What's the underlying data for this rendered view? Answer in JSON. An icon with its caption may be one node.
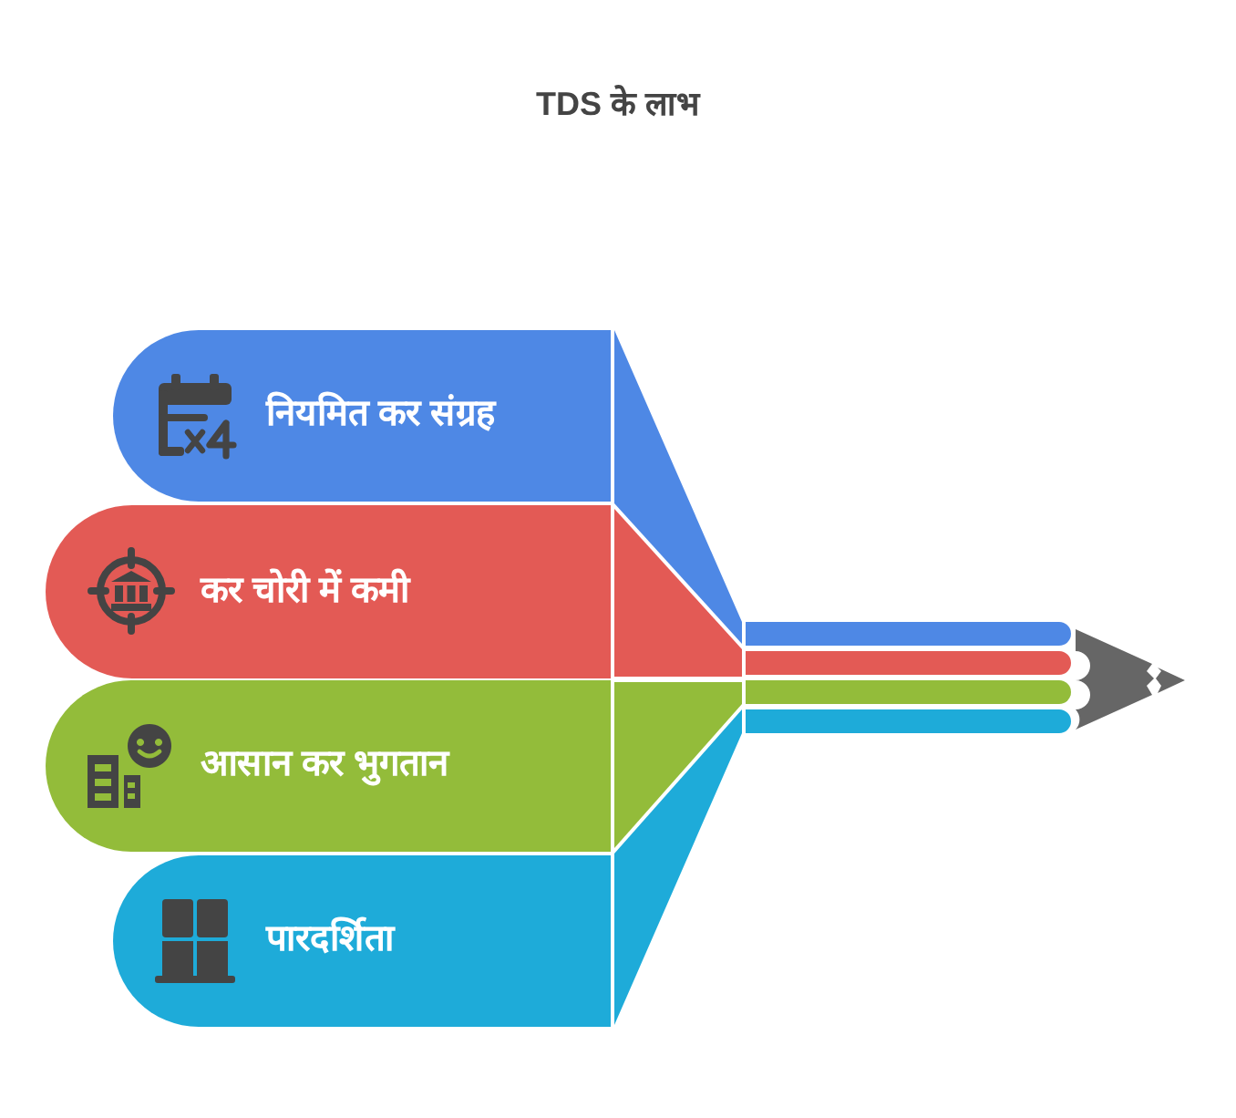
{
  "diagram": {
    "title": "TDS के लाभ",
    "nodes": [
      {
        "text": [
          "नियमित कर संग्रह"
        ]
      },
      {
        "text": [
          "कर चोरी में कमी"
        ]
      },
      {
        "text": [
          "आसान कर भुगतान"
        ]
      },
      {
        "text": [
          "पारदर्शिता"
        ]
      }
    ]
  }
}
